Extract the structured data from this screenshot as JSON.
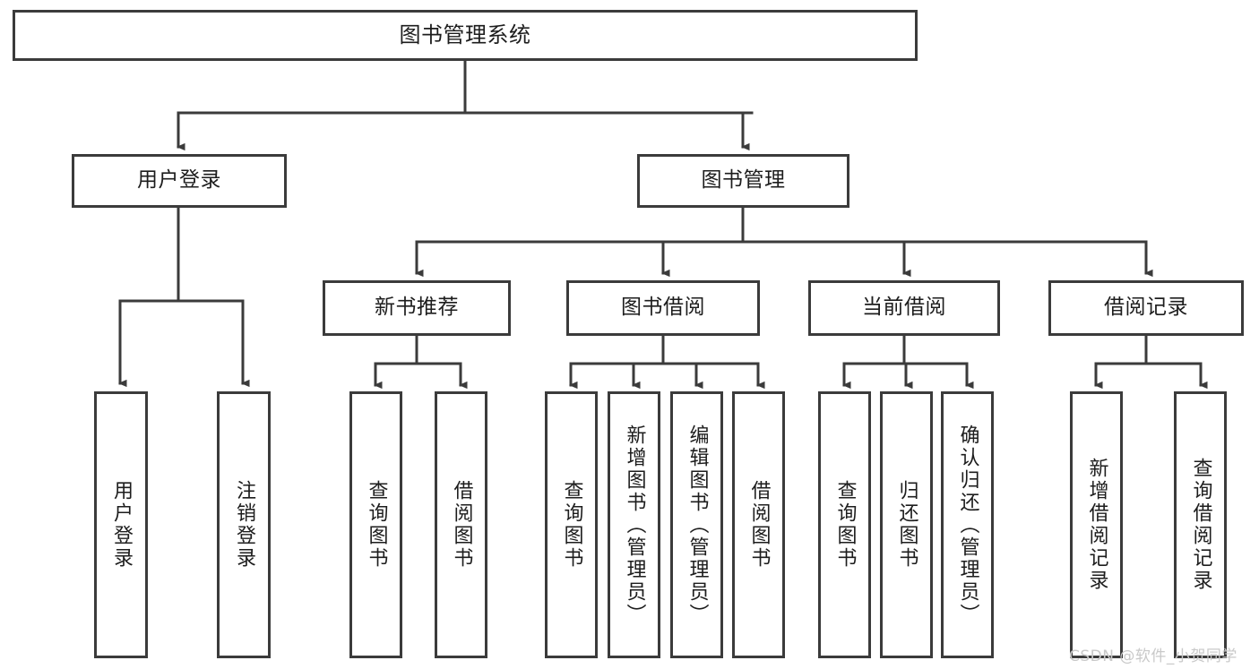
{
  "diagram": {
    "title": "图书管理系统",
    "watermark": "CSDN @软件_小贺同学",
    "colors": {
      "line": "#3b3b3b",
      "box_fill": "#ffffff",
      "text": "#1d1d1d",
      "watermark": "#c9c9c9",
      "background": "#ffffff"
    },
    "root": {
      "label": "图书管理系统"
    },
    "level2": {
      "user_login": {
        "label": "用户登录"
      },
      "book_manage": {
        "label": "图书管理"
      }
    },
    "level3": {
      "new_book_recommend": {
        "label": "新书推荐"
      },
      "book_borrow": {
        "label": "图书借阅"
      },
      "current_borrow": {
        "label": "当前借阅"
      },
      "borrow_record": {
        "label": "借阅记录"
      }
    },
    "leaves": {
      "user_login": [
        {
          "label": "用户登录"
        },
        {
          "label": "注销登录"
        }
      ],
      "new_book_recommend": [
        {
          "label": "查询图书"
        },
        {
          "label": "借阅图书"
        }
      ],
      "book_borrow": [
        {
          "label": "查询图书"
        },
        {
          "label": "新增图书（管理员）"
        },
        {
          "label": "编辑图书（管理员）"
        },
        {
          "label": "借阅图书"
        }
      ],
      "current_borrow": [
        {
          "label": "查询图书"
        },
        {
          "label": "归还图书"
        },
        {
          "label": "确认归还（管理员）"
        }
      ],
      "borrow_record": [
        {
          "label": "新增借阅记录"
        },
        {
          "label": "查询借阅记录"
        }
      ]
    }
  }
}
